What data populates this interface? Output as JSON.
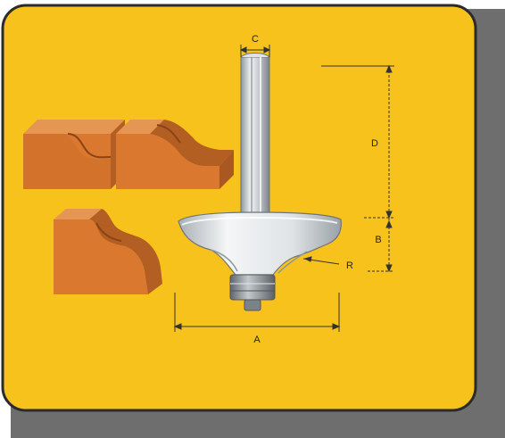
{
  "colors": {
    "panel_background": "#f7c21c",
    "panel_border": "#2b2b2b",
    "shadow": "#6e6e6e",
    "page_background": "#ffffff",
    "wood_face": "#d9782e",
    "wood_side": "#b35e22",
    "wood_top": "#e59652",
    "wood_dark": "#8a4418",
    "steel_light": "#f2f4f5",
    "steel_mid": "#c9ced2",
    "steel_dark": "#8f979c",
    "bearing": "#7b8288",
    "dimension_line": "#333333"
  },
  "icons": {
    "router_bit": "router-bit-icon",
    "wood_profile": "wood-profile-icon"
  },
  "dimensions": {
    "c_label": "C",
    "d_label": "D",
    "b_label": "B",
    "r_label": "R",
    "a_label": "A"
  }
}
